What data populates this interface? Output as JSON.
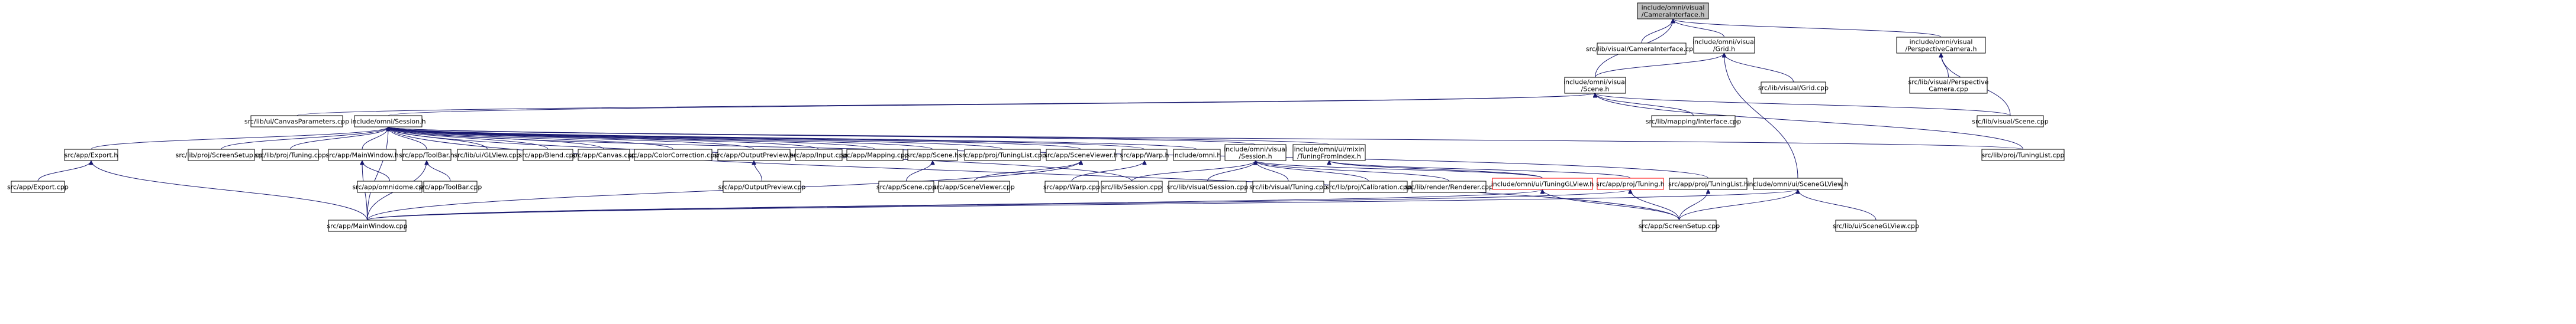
{
  "title": "",
  "colors": {
    "edge": "#191970",
    "root_fill": "#bfbfbf",
    "node_border": "#000000",
    "highlight_border": "#ff0000"
  },
  "nodes": {
    "camera_interface_h": {
      "lines": [
        "include/omni/visual",
        "/CameraInterface.h"
      ]
    },
    "camera_interface_cpp": {
      "lines": [
        "src/lib/visual/CameraInterface.cpp"
      ]
    },
    "grid_h": {
      "lines": [
        "include/omni/visual",
        "/Grid.h"
      ]
    },
    "perspective_camera_h": {
      "lines": [
        "include/omni/visual",
        "/PerspectiveCamera.h"
      ]
    },
    "scene_h": {
      "lines": [
        "include/omni/visual",
        "/Scene.h"
      ]
    },
    "grid_cpp": {
      "lines": [
        "src/lib/visual/Grid.cpp"
      ]
    },
    "perspective_camera_cpp": {
      "lines": [
        "src/lib/visual/Perspective",
        "Camera.cpp"
      ]
    },
    "canvas_parameters_cpp": {
      "lines": [
        "src/lib/ui/CanvasParameters.cpp"
      ]
    },
    "session_h": {
      "lines": [
        "include/omni/Session.h"
      ]
    },
    "mapping_interface_cpp": {
      "lines": [
        "src/lib/mapping/Interface.cpp"
      ]
    },
    "visual_scene_cpp": {
      "lines": [
        "src/lib/visual/Scene.cpp"
      ]
    },
    "export_h": {
      "lines": [
        "src/app/Export.h"
      ]
    },
    "screen_setup_cpp_lib": {
      "lines": [
        "src/lib/proj/ScreenSetup.cpp"
      ]
    },
    "tuning_cpp_lib": {
      "lines": [
        "src/lib/proj/Tuning.cpp"
      ]
    },
    "main_window_h": {
      "lines": [
        "src/app/MainWindow.h"
      ]
    },
    "toolbar_h": {
      "lines": [
        "src/app/ToolBar.h"
      ]
    },
    "gl_view_cpp": {
      "lines": [
        "src/lib/ui/GLView.cpp"
      ]
    },
    "blend_cpp": {
      "lines": [
        "src/app/Blend.cpp"
      ]
    },
    "canvas_cpp": {
      "lines": [
        "src/app/Canvas.cpp"
      ]
    },
    "color_correction_cpp": {
      "lines": [
        "src/app/ColorCorrection.cpp"
      ]
    },
    "output_preview_h": {
      "lines": [
        "src/app/OutputPreview.h"
      ]
    },
    "input_cpp": {
      "lines": [
        "src/app/Input.cpp"
      ]
    },
    "mapping_cpp": {
      "lines": [
        "src/app/Mapping.cpp"
      ]
    },
    "app_scene_h": {
      "lines": [
        "src/app/Scene.h"
      ]
    },
    "tuning_list_cpp_lib": {
      "lines": [
        "src/app/proj/TuningList.cpp"
      ]
    },
    "scene_viewer_h": {
      "lines": [
        "src/app/SceneViewer.h"
      ]
    },
    "warp_h": {
      "lines": [
        "src/app/Warp.h"
      ]
    },
    "omni_h": {
      "lines": [
        "include/omni.h"
      ]
    },
    "visual_session_h": {
      "lines": [
        "include/omni/visual",
        "/Session.h"
      ]
    },
    "tuning_from_index_h": {
      "lines": [
        "include/omni/ui/mixin",
        "/TuningFromIndex.h"
      ]
    },
    "tuning_list_cpp_proj": {
      "lines": [
        "src/lib/proj/TuningList.cpp"
      ]
    },
    "export_cpp": {
      "lines": [
        "src/app/Export.cpp"
      ]
    },
    "omnidome_cpp": {
      "lines": [
        "src/app/omnidome.cpp"
      ]
    },
    "toolbar_cpp": {
      "lines": [
        "src/app/ToolBar.cpp"
      ]
    },
    "output_preview_cpp": {
      "lines": [
        "src/app/OutputPreview.cpp"
      ]
    },
    "app_scene_cpp": {
      "lines": [
        "src/app/Scene.cpp"
      ]
    },
    "scene_viewer_cpp": {
      "lines": [
        "src/app/SceneViewer.cpp"
      ]
    },
    "warp_cpp": {
      "lines": [
        "src/app/Warp.cpp"
      ]
    },
    "session_cpp": {
      "lines": [
        "src/lib/Session.cpp"
      ]
    },
    "visual_session_cpp": {
      "lines": [
        "src/lib/visual/Session.cpp"
      ]
    },
    "visual_tuning_cpp": {
      "lines": [
        "src/lib/visual/Tuning.cpp"
      ]
    },
    "calibration_cpp": {
      "lines": [
        "src/lib/proj/Calibration.cpp"
      ]
    },
    "renderer_cpp": {
      "lines": [
        "src/lib/render/Renderer.cpp"
      ]
    },
    "tuning_gl_view_h": {
      "lines": [
        "include/omni/ui/TuningGLView.h"
      ]
    },
    "app_tuning_h": {
      "lines": [
        "src/app/proj/Tuning.h"
      ]
    },
    "app_tuning_list_h": {
      "lines": [
        "src/app/proj/TuningList.h"
      ]
    },
    "scene_gl_view_h": {
      "lines": [
        "include/omni/ui/SceneGLView.h"
      ]
    },
    "main_window_cpp": {
      "lines": [
        "src/app/MainWindow.cpp"
      ]
    },
    "screen_setup_cpp_app": {
      "lines": [
        "src/app/ScreenSetup.cpp"
      ]
    },
    "scene_gl_view_cpp": {
      "lines": [
        "src/lib/ui/SceneGLView.cpp"
      ]
    }
  }
}
